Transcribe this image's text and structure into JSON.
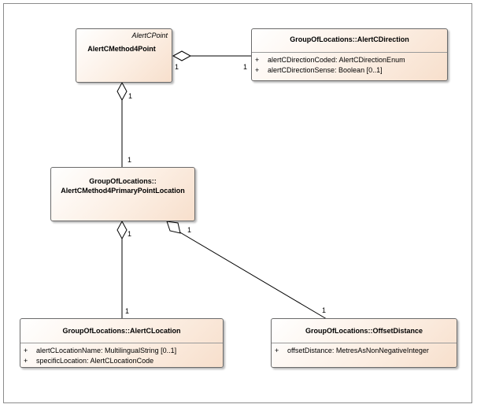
{
  "diagram": {
    "classes": {
      "point": {
        "stereotype": "AlertCPoint",
        "name": "AlertCMethod4Point"
      },
      "direction": {
        "name": "GroupOfLocations::AlertCDirection",
        "attributes": [
          {
            "visibility": "+",
            "text": "alertCDirectionCoded: AlertCDirectionEnum"
          },
          {
            "visibility": "+",
            "text": "alertCDirectionSense: Boolean [0..1]"
          }
        ]
      },
      "primary": {
        "name_line1": "GroupOfLocations::",
        "name_line2": "AlertCMethod4PrimaryPointLocation"
      },
      "location": {
        "name": "GroupOfLocations::AlertCLocation",
        "attributes": [
          {
            "visibility": "+",
            "text": "alertCLocationName: MultilingualString [0..1]"
          },
          {
            "visibility": "+",
            "text": "specificLocation: AlertCLocationCode"
          }
        ]
      },
      "offset": {
        "name": "GroupOfLocations::OffsetDistance",
        "attributes": [
          {
            "visibility": "+",
            "text": "offsetDistance: MetresAsNonNegativeInteger"
          }
        ]
      }
    },
    "associations": {
      "point_direction": {
        "source_mult": "1",
        "target_mult": "1"
      },
      "point_primary": {
        "source_mult": "1",
        "target_mult": "1"
      },
      "primary_location": {
        "source_mult": "1",
        "target_mult": "1"
      },
      "primary_offset": {
        "source_mult": "1",
        "target_mult": "1"
      }
    }
  }
}
